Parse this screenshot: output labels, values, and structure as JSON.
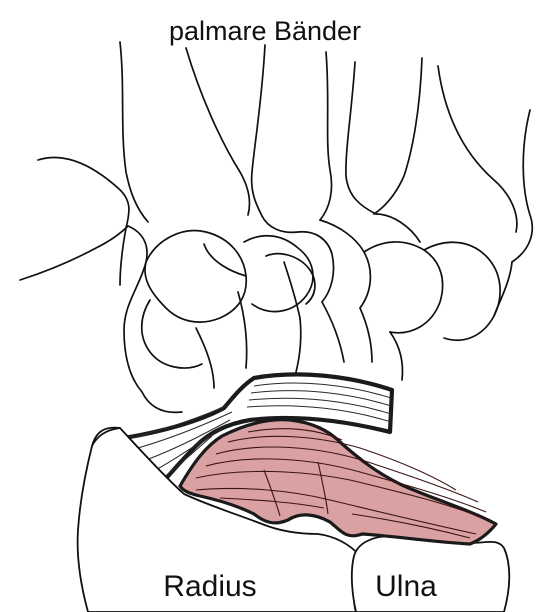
{
  "diagram": {
    "title": "palmare Bänder",
    "labels": {
      "radius": "Radius",
      "ulna": "Ulna"
    },
    "colors": {
      "palmar_ligament_fill": "#d9a1a1",
      "line": "#111111",
      "background": "#ffffff"
    }
  }
}
